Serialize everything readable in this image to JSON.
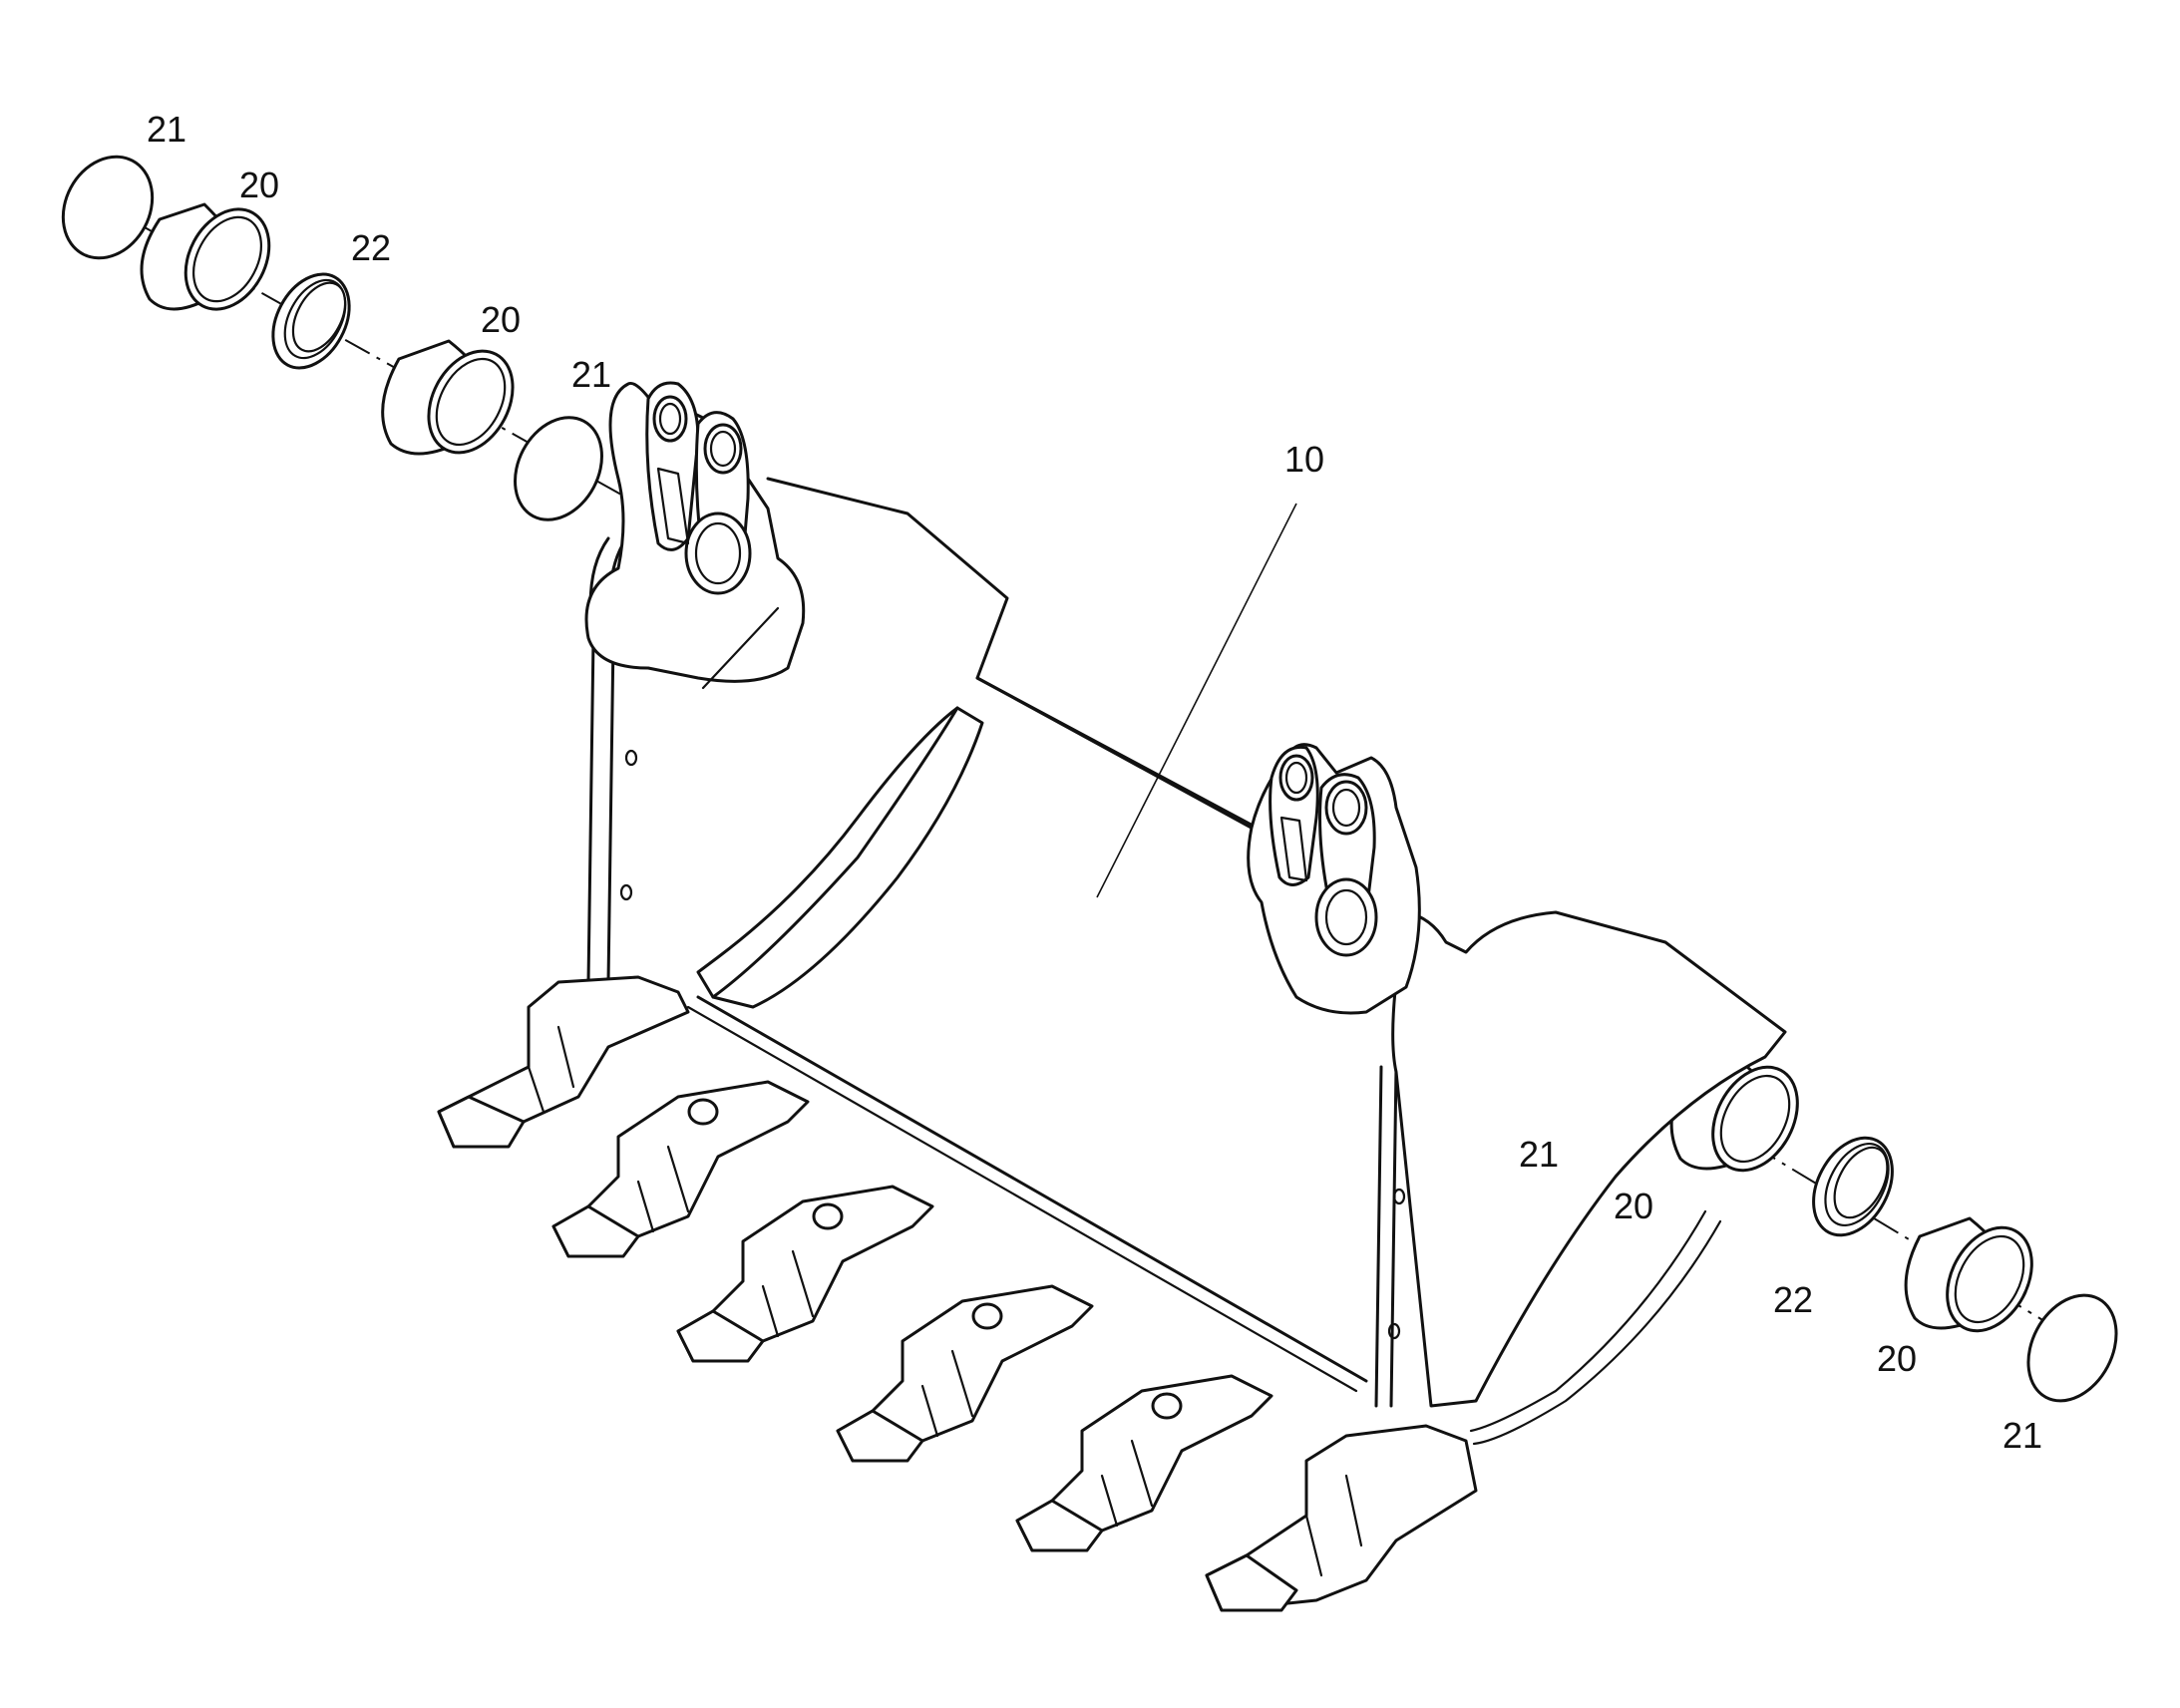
{
  "callouts": {
    "c21_top_a": "21",
    "c20_top_a": "20",
    "c22_top": "22",
    "c20_top_b": "20",
    "c21_top_b": "21",
    "c10": "10",
    "c21_right_a": "21",
    "c20_right_a": "20",
    "c22_right": "22",
    "c20_right_b": "20",
    "c21_right_b": "21"
  }
}
